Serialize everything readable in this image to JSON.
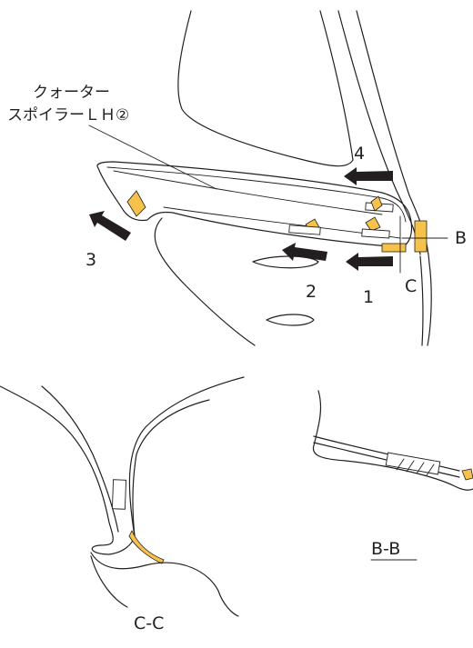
{
  "colors": {
    "line": "#231f20",
    "clip": "#f6c24a",
    "arrow": "#231f20"
  },
  "labels": {
    "part_line1": "クォーター",
    "part_line2": "スポイラーＬＨ②",
    "step_1": "1",
    "step_2": "2",
    "step_3": "3",
    "step_4": "4",
    "section_b": "B",
    "section_c": "C",
    "view_bb": "B-B",
    "view_cc": "C-C"
  }
}
